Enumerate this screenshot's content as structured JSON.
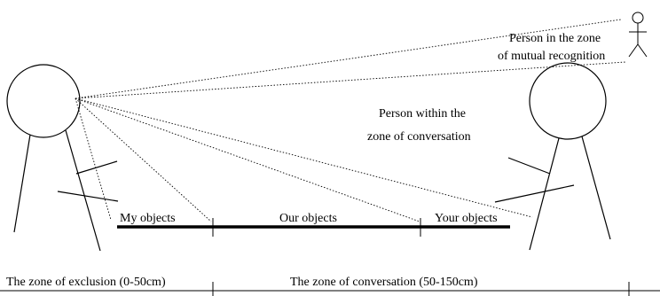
{
  "labels": {
    "remote_person_line1": "Person in the zone",
    "remote_person_line2": "of mutual recognition",
    "conv_person_line1": "Person within the",
    "conv_person_line2": "zone of conversation"
  },
  "objects": {
    "my": "My objects",
    "our": "Our objects",
    "your": "Your objects"
  },
  "zones": {
    "exclusion": "The zone of exclusion (0-50cm)",
    "conversation": "The zone of conversation (50-150cm)"
  },
  "colors": {
    "ink": "#000000",
    "background": "#ffffff"
  }
}
